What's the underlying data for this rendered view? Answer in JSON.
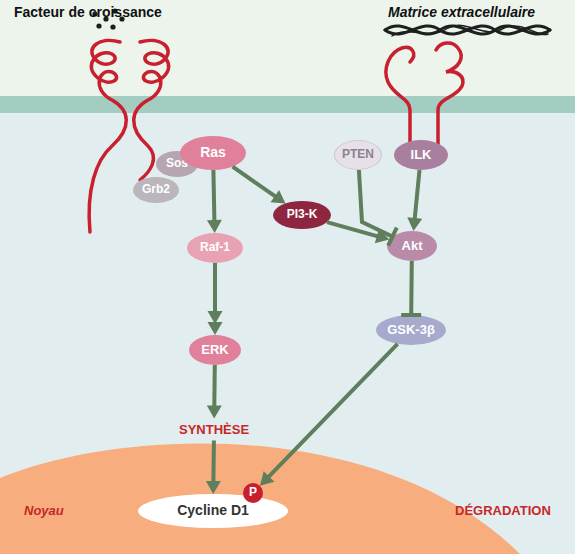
{
  "diagram": {
    "nodes": [
      {
        "text": [
          "Sos"
        ]
      },
      {
        "text": [
          "Ras"
        ]
      },
      {
        "text": [
          "PTEN"
        ]
      },
      {
        "text": [
          "ILK"
        ]
      },
      {
        "text": [
          "Grb2"
        ]
      },
      {
        "text": [
          "PI3-K"
        ]
      },
      {
        "text": [
          "Akt"
        ]
      },
      {
        "text": [
          "Raf-1"
        ]
      },
      {
        "text": [
          "GSK-3β"
        ]
      },
      {
        "text": [
          "ERK"
        ]
      },
      {
        "text": [
          "Noyau"
        ]
      },
      {
        "text": [
          "Cycline D1"
        ],
        "in": 10
      },
      {
        "text": [
          "P"
        ],
        "in": 10
      }
    ],
    "edges": [
      {
        "from": 1,
        "to": 7,
        "arrow": "to"
      },
      {
        "from": 7,
        "to": 9,
        "arrow": "to"
      },
      {
        "from": 9,
        "to": 11,
        "label": "SYNTHÈSE",
        "arrow": "to"
      },
      {
        "from": 1,
        "to": 5,
        "arrow": "to"
      },
      {
        "from": 5,
        "to": 6,
        "arrow": "to"
      },
      {
        "from": 2,
        "to": 6,
        "arrow": "to"
      },
      {
        "from": 3,
        "to": 6,
        "arrow": "to"
      },
      {
        "from": 6,
        "to": 8,
        "arrow": "to"
      },
      {
        "from": 8,
        "to": 12,
        "arrow": "to"
      }
    ],
    "labels": [
      "Facteur de croissance",
      "Matrice extracellulaire",
      "DÉGRADATION"
    ]
  }
}
